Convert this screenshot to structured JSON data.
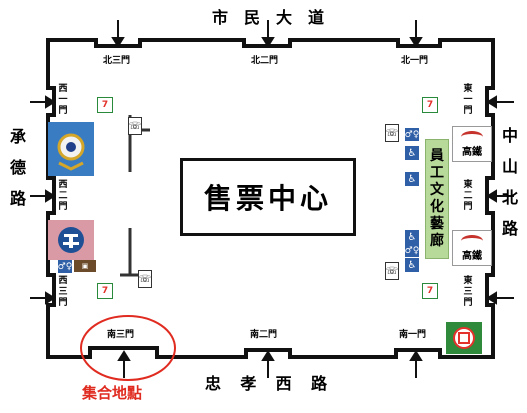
{
  "streets": {
    "north": [
      "市",
      "民",
      "大",
      "道"
    ],
    "south": [
      "忠",
      "孝",
      "西",
      "路"
    ],
    "west": [
      "承",
      "德",
      "路"
    ],
    "east": [
      "中",
      "山",
      "北",
      "路"
    ]
  },
  "gates": {
    "north3": "北三門",
    "north2": "北二門",
    "north1": "北一門",
    "south3": "南三門",
    "south2": "南二門",
    "south1": "南一門",
    "west1": "西一門",
    "west2": "西二門",
    "west3": "西三門",
    "east1": "東一門",
    "east2": "東二門",
    "east3": "東三門"
  },
  "ticket_center": "售票中心",
  "staff_gallery": [
    "員",
    "工",
    "文",
    "化",
    "藝",
    "廊"
  ],
  "hsr": {
    "label": "高鐵"
  },
  "meeting_point": "集合地點",
  "icons": {
    "convenience_store": "seven-eleven-icon",
    "accessibility": "wheelchair-icon",
    "telephone": "telephone-icon",
    "toilet": "restroom-icon",
    "police": "police-emblem-icon",
    "railway": "railway-logo-icon",
    "hsr": "high-speed-rail-icon",
    "metro": "metro-logo-icon"
  },
  "colors": {
    "outline": "#111111",
    "meeting_point": "#e02b20",
    "gallery": "#b7d99a",
    "accessibility": "#2f5fa7",
    "police_bg": "#3a7cc2",
    "railway_bg": "#d99aa6"
  }
}
